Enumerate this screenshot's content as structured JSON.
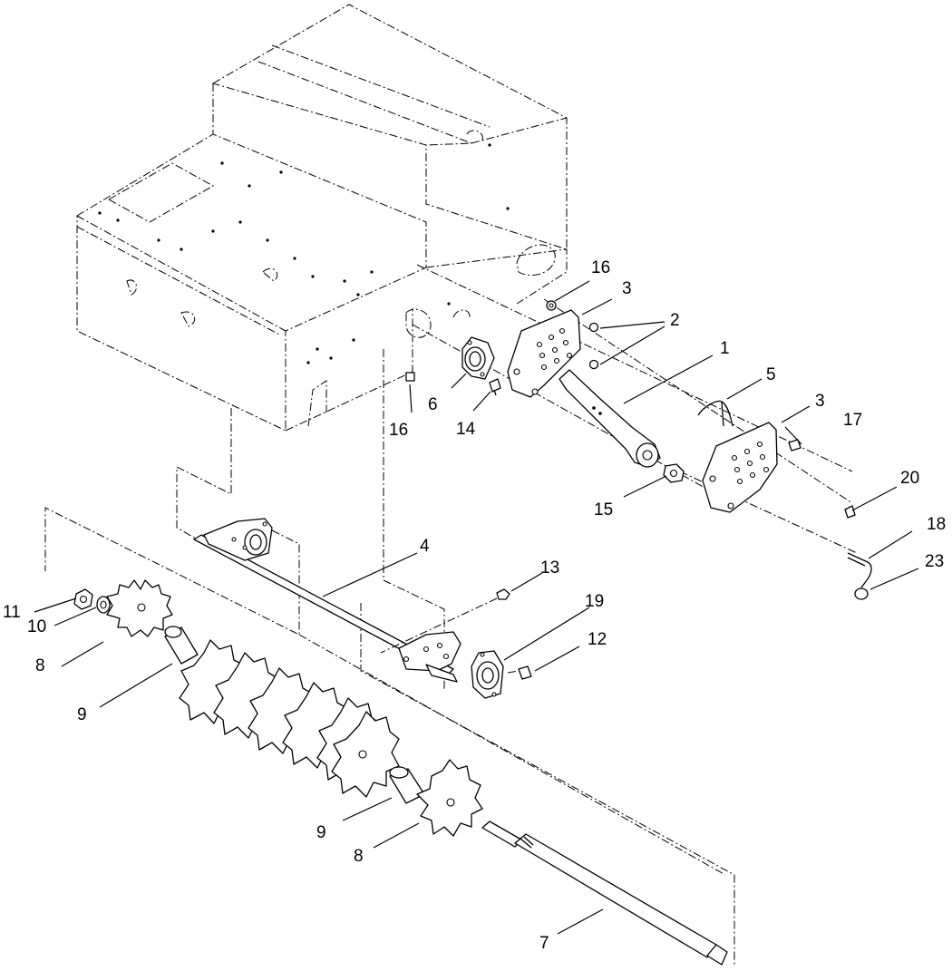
{
  "diagram": {
    "callouts": [
      {
        "id": "c1",
        "text": "1"
      },
      {
        "id": "c2",
        "text": "2"
      },
      {
        "id": "c3a",
        "text": "3"
      },
      {
        "id": "c3b",
        "text": "3"
      },
      {
        "id": "c4",
        "text": "4"
      },
      {
        "id": "c5",
        "text": "5"
      },
      {
        "id": "c6",
        "text": "6"
      },
      {
        "id": "c7",
        "text": "7"
      },
      {
        "id": "c8a",
        "text": "8"
      },
      {
        "id": "c8b",
        "text": "8"
      },
      {
        "id": "c9a",
        "text": "9"
      },
      {
        "id": "c9b",
        "text": "9"
      },
      {
        "id": "c10",
        "text": "10"
      },
      {
        "id": "c11",
        "text": "11"
      },
      {
        "id": "c12",
        "text": "12"
      },
      {
        "id": "c13",
        "text": "13"
      },
      {
        "id": "c14",
        "text": "14"
      },
      {
        "id": "c15",
        "text": "15"
      },
      {
        "id": "c16a",
        "text": "16"
      },
      {
        "id": "c16b",
        "text": "16"
      },
      {
        "id": "c17",
        "text": "17"
      },
      {
        "id": "c18",
        "text": "18"
      },
      {
        "id": "c19",
        "text": "19"
      },
      {
        "id": "c20",
        "text": "20"
      },
      {
        "id": "c23",
        "text": "23"
      }
    ]
  }
}
